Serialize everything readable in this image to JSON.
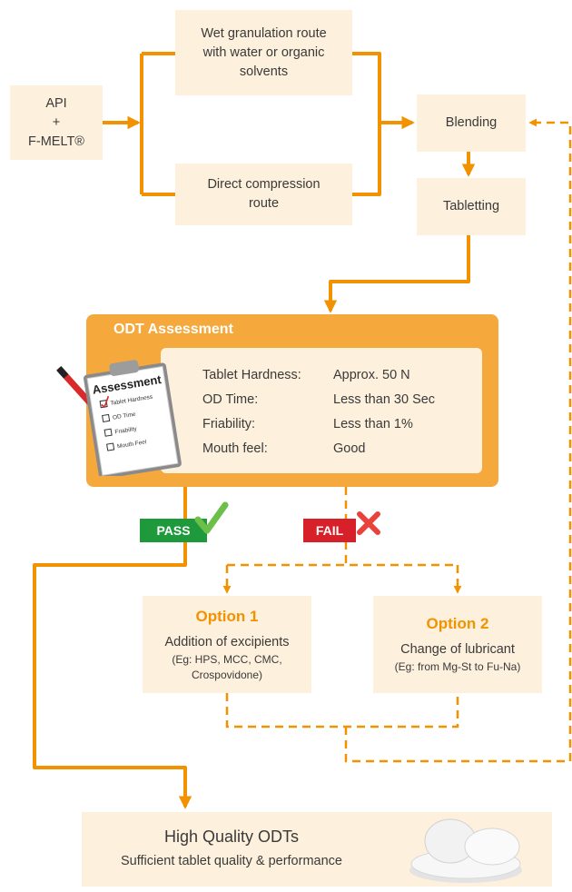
{
  "nodes": {
    "api": [
      "API",
      "+",
      "F-MELT®"
    ],
    "wet": [
      "Wet granulation route",
      "with water or organic",
      "solvents"
    ],
    "direct": [
      "Direct compression",
      "route"
    ],
    "blending": "Blending",
    "tabletting": "Tabletting"
  },
  "assessment": {
    "title": "ODT Assessment",
    "clipboard": {
      "heading": "Assessment",
      "items": [
        "Tablet Hardness",
        "OD Time",
        "Friability",
        "Mouth Feel"
      ]
    },
    "criteria": [
      {
        "label": "Tablet Hardness:",
        "value": "Approx. 50 N"
      },
      {
        "label": "OD Time:",
        "value": "Less than 30 Sec"
      },
      {
        "label": "Friability:",
        "value": "Less than 1%"
      },
      {
        "label": "Mouth feel:",
        "value": "Good"
      }
    ]
  },
  "badges": {
    "pass": "PASS",
    "fail": "FAIL"
  },
  "options": [
    {
      "title": "Option 1",
      "text": "Addition of excipients",
      "note": [
        "(Eg: HPS, MCC, CMC,",
        "Crospovidone)"
      ]
    },
    {
      "title": "Option 2",
      "text": "Change of lubricant",
      "note": [
        "(Eg: from Mg-St to Fu-Na)"
      ]
    }
  ],
  "result": {
    "title": "High Quality ODTs",
    "subtitle": "Sufficient tablet quality & performance"
  },
  "colors": {
    "accent": "#f39200",
    "box": "#fdf0dc",
    "panel": "#f5a93c",
    "pass": "#1e9a3c",
    "fail": "#d7202a"
  }
}
